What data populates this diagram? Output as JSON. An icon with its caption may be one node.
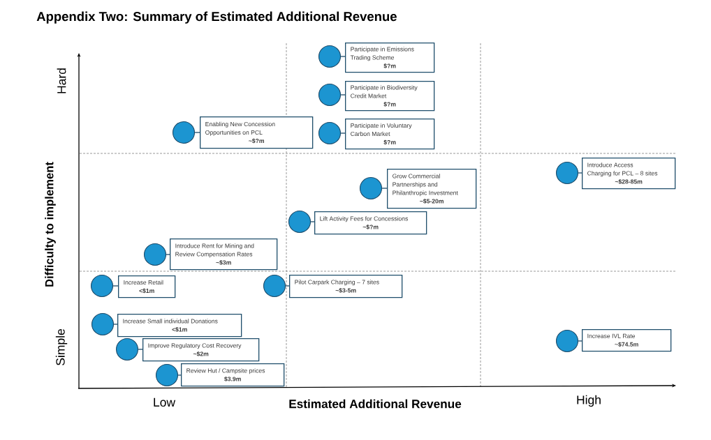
{
  "diagram": {
    "title": "Appendix Two: Summary of Estimated Additional Revenue",
    "nodes": [
      {
        "text": [],
        "shape": "circle"
      },
      {
        "text": [
          "Participate in Emissions Trading Scheme",
          "$?m"
        ]
      },
      {
        "text": [],
        "shape": "circle"
      },
      {
        "text": [
          "Participate in Biodiversity Credit Market",
          "$?m"
        ]
      },
      {
        "text": [],
        "shape": "circle"
      },
      {
        "text": [
          "Enabling New Concession Opportunities on PCL",
          "~$?m"
        ]
      },
      {
        "text": [],
        "shape": "circle"
      },
      {
        "text": [
          "Participate in Voluntary Carbon Market",
          "$?m"
        ]
      },
      {
        "text": [],
        "shape": "circle"
      },
      {
        "text": [
          "Introduce Access Charging for PCL – 8 sites",
          "~$28-85m"
        ]
      },
      {
        "text": [],
        "shape": "circle"
      },
      {
        "text": [
          "Grow Commercial Partnerships and Philanthropic Investment",
          "~$5-20m"
        ]
      },
      {
        "text": [],
        "shape": "circle"
      },
      {
        "text": [
          "Lift Activity Fees for Concessions",
          "~$?m"
        ]
      },
      {
        "text": [],
        "shape": "circle"
      },
      {
        "text": [
          "Introduce Rent for Mining and Review Compensation Rates",
          "~$3m"
        ]
      },
      {
        "text": [],
        "shape": "circle"
      },
      {
        "text": [
          "Increase Retail",
          "<$1m"
        ]
      },
      {
        "text": [],
        "shape": "circle"
      },
      {
        "text": [
          "Pilot Carpark Charging – 7 sites",
          "~$3-5m"
        ]
      },
      {
        "text": [],
        "shape": "circle"
      },
      {
        "text": [
          "Increase Small individual Donations",
          "<$1m"
        ]
      },
      {
        "text": [],
        "shape": "circle"
      },
      {
        "text": [
          "Increase IVL Rate",
          "~$74.5m"
        ]
      },
      {
        "text": [],
        "shape": "circle"
      },
      {
        "text": [
          "Improve Regulatory Cost Recovery",
          "~$2m"
        ]
      },
      {
        "text": [],
        "shape": "circle"
      },
      {
        "text": [
          "Review Hut / Campsite prices",
          "$3.9m"
        ]
      }
    ],
    "edges": [
      {
        "from": 0,
        "to": 1,
        "arrow": "none"
      },
      {
        "from": 2,
        "to": 3,
        "arrow": "none"
      },
      {
        "from": 4,
        "to": 5,
        "arrow": "none"
      },
      {
        "from": 6,
        "to": 7,
        "arrow": "none"
      },
      {
        "from": 8,
        "to": 9,
        "arrow": "none"
      },
      {
        "from": 10,
        "to": 11,
        "arrow": "none"
      },
      {
        "from": 12,
        "to": 13,
        "arrow": "none"
      },
      {
        "from": 14,
        "to": 15,
        "arrow": "none"
      },
      {
        "from": 16,
        "to": 17,
        "arrow": "none"
      },
      {
        "from": 18,
        "to": 19,
        "arrow": "none"
      },
      {
        "from": 20,
        "to": 21,
        "arrow": "none"
      },
      {
        "from": 22,
        "to": 23,
        "arrow": "none"
      },
      {
        "from": 24,
        "to": 25,
        "arrow": "none"
      },
      {
        "from": 26,
        "to": 27,
        "arrow": "none"
      }
    ],
    "labels": [
      "Hard",
      "Difficulty to implement",
      "Simple",
      "Low",
      "Estimated Additional Revenue",
      "High"
    ]
  }
}
